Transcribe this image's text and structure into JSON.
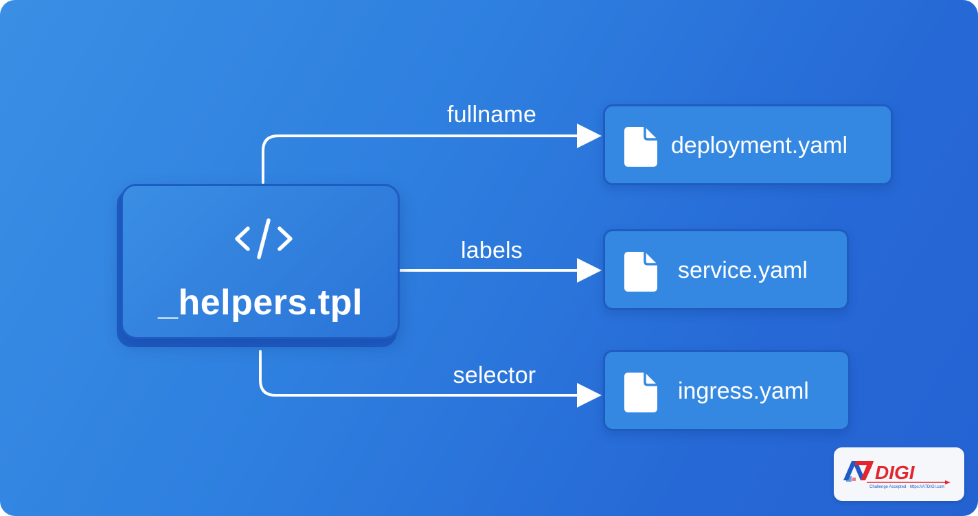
{
  "source": {
    "label": "_helpers.tpl",
    "icon": "code-icon"
  },
  "edges": [
    {
      "label": "fullname",
      "target": "deployment.yaml"
    },
    {
      "label": "labels",
      "target": "service.yaml"
    },
    {
      "label": "selector",
      "target": "ingress.yaml"
    }
  ],
  "targets": [
    {
      "label": "deployment.yaml",
      "icon": "file-icon"
    },
    {
      "label": "service.yaml",
      "icon": "file-icon"
    },
    {
      "label": "ingress.yaml",
      "icon": "file-icon"
    }
  ],
  "logo": {
    "text": "A7DIGI",
    "tagline": "Challenge Accepted · https://A7DIGI.com"
  },
  "colors": {
    "background_start": "#3a8fe4",
    "background_end": "#2462d2",
    "node_fill": "#3588e2",
    "node_border": "#1f5cc2",
    "line": "#ffffff",
    "logo_red": "#e3262d",
    "logo_blue": "#1e5bc6"
  }
}
